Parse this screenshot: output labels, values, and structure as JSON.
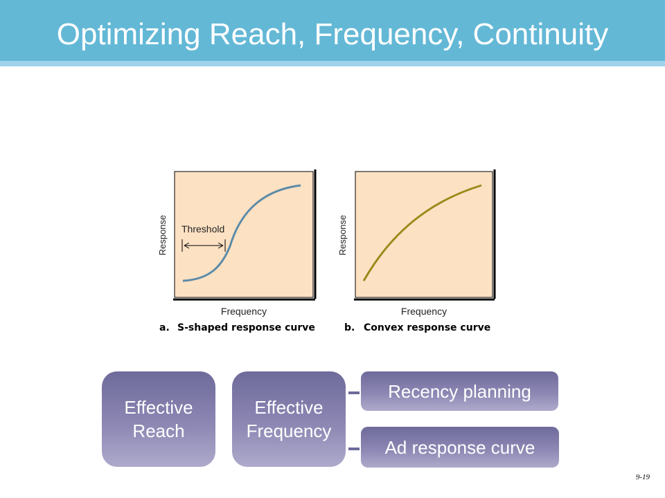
{
  "slide": {
    "title": "Optimizing Reach, Frequency, Continuity",
    "page_number": "9-19"
  },
  "figure": {
    "panel_a": {
      "ylabel": "Response",
      "xlabel": "Frequency",
      "annotation": "Threshold",
      "caption_letter": "a.",
      "caption": "S-shaped response curve",
      "curve_color": "#5b8ba8"
    },
    "panel_b": {
      "ylabel": "Response",
      "xlabel": "Frequency",
      "caption_letter": "b.",
      "caption": "Convex response curve",
      "curve_color": "#9b8a1a"
    },
    "panel_fill": "#fde1c3"
  },
  "boxes": {
    "effective_reach": [
      "Effective",
      "Reach"
    ],
    "effective_frequency": [
      "Effective",
      "Frequency"
    ],
    "recency_planning": "Recency planning",
    "ad_response_curve": "Ad response curve"
  },
  "colors": {
    "title_bar": "#63b8d6",
    "box": "#7d78a8"
  }
}
